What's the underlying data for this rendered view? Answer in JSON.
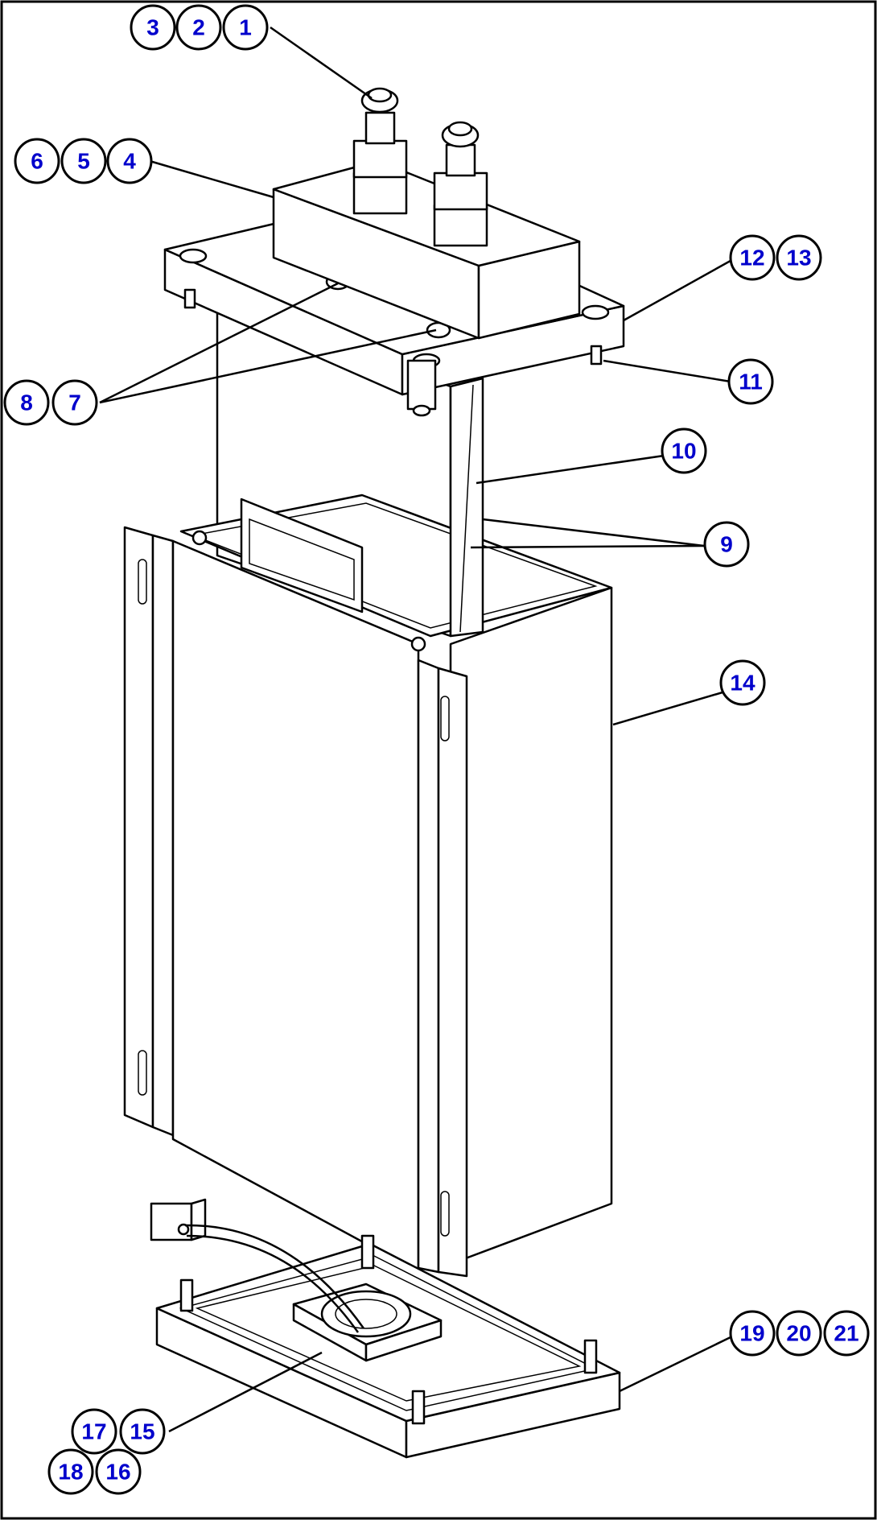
{
  "diagram": {
    "callouts": [
      "3",
      "2",
      "1",
      "6",
      "5",
      "4",
      "12",
      "13",
      "11",
      "8",
      "7",
      "10",
      "9",
      "14",
      "19",
      "20",
      "21",
      "17",
      "15",
      "18",
      "16"
    ]
  }
}
